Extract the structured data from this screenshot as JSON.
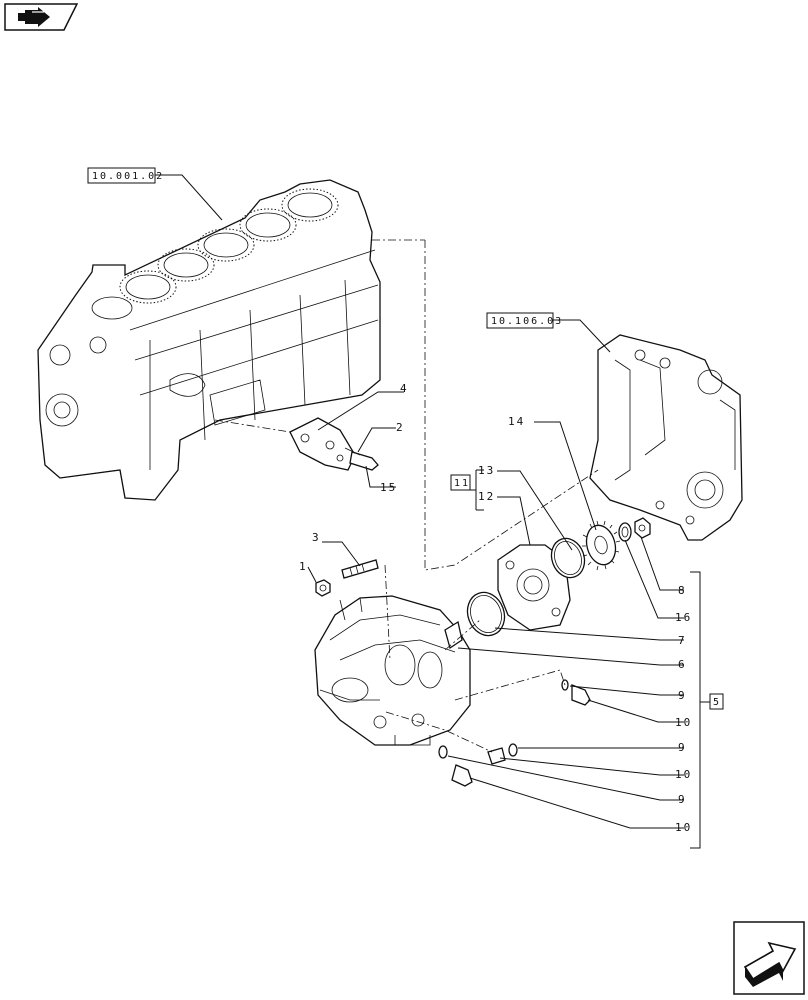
{
  "refs": {
    "engine_block": "10.001.02",
    "front_cover": "10.106.03",
    "kit_11": "11",
    "kit_5": "5"
  },
  "callouts": {
    "c1": "1",
    "c2": "2",
    "c3": "3",
    "c4": "4",
    "c6": "6",
    "c7": "7",
    "c8": "8",
    "c9a": "9",
    "c9b": "9",
    "c9c": "9",
    "c10a": "10",
    "c10b": "10",
    "c10c": "10",
    "c12": "12",
    "c13": "13",
    "c14": "14",
    "c15": "15",
    "c16": "16"
  },
  "icons": {
    "top_nav": "book-arrow-icon",
    "bottom_nav": "next-page-arrow-icon"
  }
}
